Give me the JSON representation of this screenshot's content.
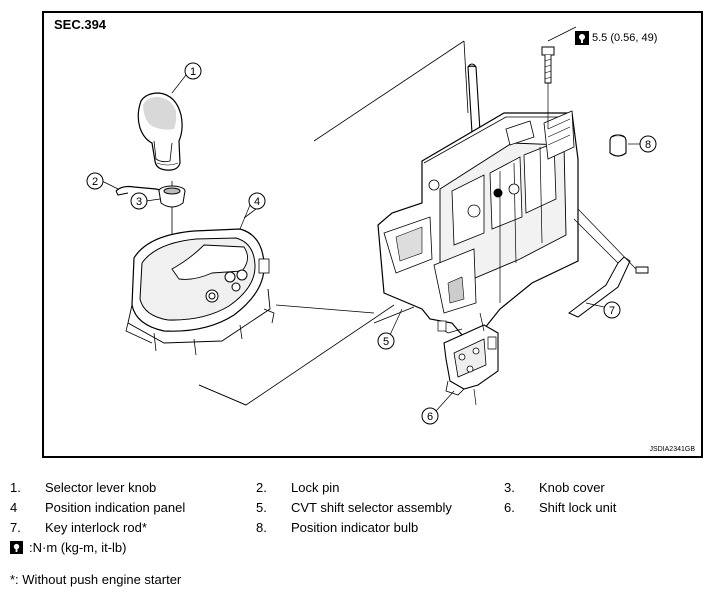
{
  "diagram": {
    "section": "SEC.394",
    "torque_value": "5.5 (0.56, 49)",
    "image_code": "JSDIA2341GB",
    "callouts": [
      "1",
      "2",
      "3",
      "4",
      "5",
      "6",
      "7",
      "8"
    ]
  },
  "legend": {
    "rows": [
      [
        {
          "num": "1.",
          "label": "Selector lever knob"
        },
        {
          "num": "2.",
          "label": "Lock pin"
        },
        {
          "num": "3.",
          "label": "Knob cover"
        }
      ],
      [
        {
          "num": "4",
          "label": "Position indication panel"
        },
        {
          "num": "5.",
          "label": "CVT shift selector assembly"
        },
        {
          "num": "6.",
          "label": "Shift lock unit"
        }
      ],
      [
        {
          "num": "7.",
          "label": "Key interlock rod*"
        },
        {
          "num": "8.",
          "label": "Position indicator bulb"
        }
      ]
    ],
    "torque_unit": ":N·m (kg-m, it-lb)",
    "footnote": "*: Without push engine starter"
  },
  "icons": {
    "torque": "torque-wrench-icon"
  }
}
